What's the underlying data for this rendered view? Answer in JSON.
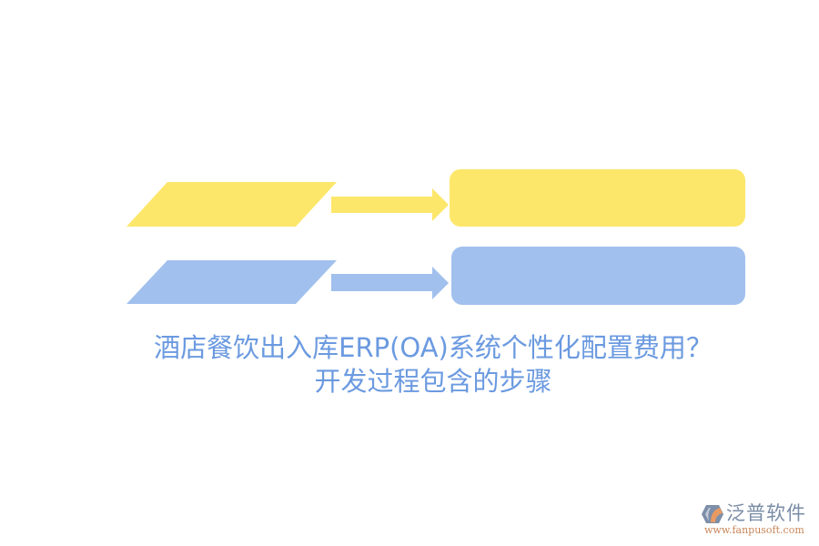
{
  "diagram": {
    "rows": [
      {
        "color": "#fde76b",
        "input_shape": "parallelogram",
        "arrow": "right-arrow",
        "output_shape": "rounded-rectangle",
        "input_label": "",
        "output_label": ""
      },
      {
        "color": "#a1c0ed",
        "input_shape": "parallelogram",
        "arrow": "right-arrow",
        "output_shape": "rounded-rectangle",
        "input_label": "",
        "output_label": ""
      }
    ]
  },
  "title": {
    "line1": "酒店餐饮出入库ERP(OA)系统个性化配置费用？",
    "line2": "开发过程包含的步骤",
    "color": "#6b9ae0"
  },
  "logo": {
    "icon": "fanpu-logo-icon",
    "name": "泛普软件",
    "url": "www.fanpusoft.com"
  }
}
